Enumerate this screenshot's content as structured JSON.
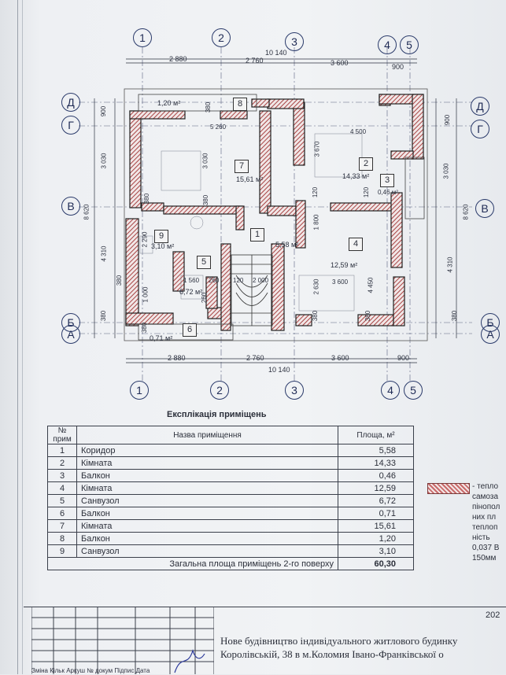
{
  "axes_top": [
    "1",
    "2",
    "3",
    "4",
    "5"
  ],
  "axes_side": [
    "Д",
    "Г",
    "В",
    "Б",
    "А"
  ],
  "dims_top": {
    "d1": "2 880",
    "d2": "2 760",
    "d3": "3 600",
    "d4": "900",
    "total": "10 140"
  },
  "dims_bottom": {
    "d1": "2 880",
    "d2": "2 760",
    "d3": "3 600",
    "d4": "900",
    "total": "10 140"
  },
  "dims_left": {
    "a": "900",
    "b": "3 030",
    "c": "4 310",
    "d": "380",
    "total": "8 620"
  },
  "dims_right": {
    "a": "900",
    "b": "3 030",
    "c": "4 310",
    "d": "380",
    "total": "8 620"
  },
  "plan_labels": {
    "area8": "1,20 м²",
    "area7": "15,61 м²",
    "area2": "14,33 м²",
    "area3": "0,46 м²",
    "area9": "3,10 м²",
    "area5": "6,72 м²",
    "area1": "5,58 м²",
    "area4": "12,59 м²",
    "area6": "0,71 м²",
    "d5260": "5 260",
    "d4500": "4 500",
    "d3030": "3 030",
    "d3670": "3 670",
    "d380a": "380",
    "d380b": "380",
    "d380c": "380",
    "d120a": "120",
    "d120b": "120",
    "d1800": "1 800",
    "d2290": "2 290",
    "d1560": "1 560",
    "d260a": "260",
    "d260b": "260",
    "d1000": "1 000",
    "d2000": "2 000",
    "d120c": "120",
    "d2630": "2 630",
    "d3600": "3 600",
    "d4450": "4 450",
    "d380d": "380",
    "d380e": "380",
    "d380f": "380",
    "d380g": "380"
  },
  "rooms_on_plan": [
    "1",
    "2",
    "3",
    "4",
    "5",
    "6",
    "7",
    "8",
    "9"
  ],
  "explication": {
    "title": "Експлікація приміщень",
    "col_no": "№ прим",
    "col_name": "Назва приміщення",
    "col_area": "Площа, м²",
    "rows": [
      {
        "no": "1",
        "name": "Коридор",
        "area": "5,58"
      },
      {
        "no": "2",
        "name": "Кімната",
        "area": "14,33"
      },
      {
        "no": "3",
        "name": "Балкон",
        "area": "0,46"
      },
      {
        "no": "4",
        "name": "Кімната",
        "area": "12,59"
      },
      {
        "no": "5",
        "name": "Санвузол",
        "area": "6,72"
      },
      {
        "no": "6",
        "name": "Балкон",
        "area": "0,71"
      },
      {
        "no": "7",
        "name": "Кімната",
        "area": "15,61"
      },
      {
        "no": "8",
        "name": "Балкон",
        "area": "1,20"
      },
      {
        "no": "9",
        "name": "Санвузол",
        "area": "3,10"
      }
    ],
    "total_label": "Загальна площа приміщень 2-го поверху",
    "total_value": "60,30"
  },
  "legend": {
    "lines": [
      "- тепло",
      "самоза",
      "пінопол",
      "них пл",
      "теплоп",
      "ність",
      "0,037 В",
      "150мм"
    ]
  },
  "stamp": {
    "year": "202",
    "line1": "Нове будівництво індивідуального житлового будинку",
    "line2": "Королівській, 38 в м.Коломия Івано-Франківської о",
    "bottom_labels": "Зміна Кільк Аркуш № докум  Підпис Дата"
  },
  "colors": {
    "wall": "#2a2a2a",
    "hatch": "#c86a6a",
    "axis": "#1f2b55"
  }
}
